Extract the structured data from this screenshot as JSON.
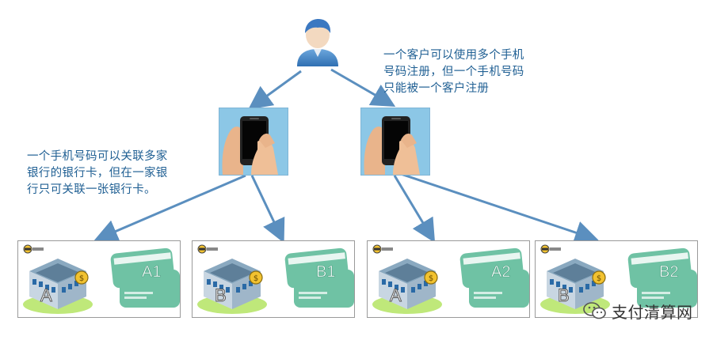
{
  "notes": {
    "customer_note": [
      "一个客户可以使用多个手机",
      "号码注册，但一个手机号码",
      "只能被一个客户注册"
    ],
    "phone_note": [
      "一个手机号码可以关联多家",
      "银行的银行卡，但在一家银",
      "行只可关联一张银行卡。"
    ]
  },
  "banks": [
    {
      "bank_label": "A",
      "card_label": "A1"
    },
    {
      "bank_label": "B",
      "card_label": "B1"
    },
    {
      "bank_label": "A",
      "card_label": "A2"
    },
    {
      "bank_label": "B",
      "card_label": "B2"
    }
  ],
  "watermark": {
    "text": "支付清算网",
    "icon": "wechat-icon"
  },
  "colors": {
    "arrow": "#5b8fbf",
    "phone_bg": "#8cc7e6",
    "card": "#6fc2a4",
    "note_text": "#1f5f93"
  }
}
